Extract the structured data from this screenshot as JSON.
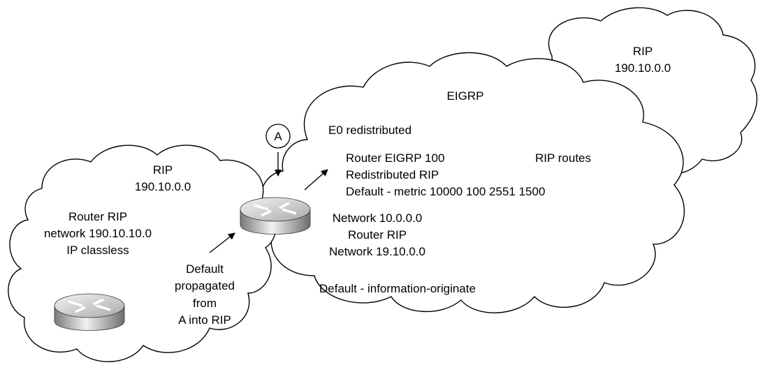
{
  "clouds": {
    "left": {
      "label": "RIP",
      "network": "190.10.0.0",
      "config": [
        "Router RIP",
        "network 190.10.10.0",
        "IP classless"
      ]
    },
    "middle": {
      "label": "EIGRP",
      "e0_note": "E0 redistributed",
      "config": [
        "Router EIGRP 100",
        "Redistributed RIP",
        "Default - metric 10000 100 2551 1500"
      ],
      "rip_routes": "RIP routes",
      "rip_config": [
        "Network 10.0.0.0",
        "Router RIP",
        "Network 19.10.0.0"
      ],
      "default_info": "Default - information-originate"
    },
    "right": {
      "label": "RIP",
      "network": "190.10.0.0"
    }
  },
  "marker": {
    "label": "A"
  },
  "default_note": [
    "Default",
    "propagated",
    "from",
    "A into RIP"
  ]
}
